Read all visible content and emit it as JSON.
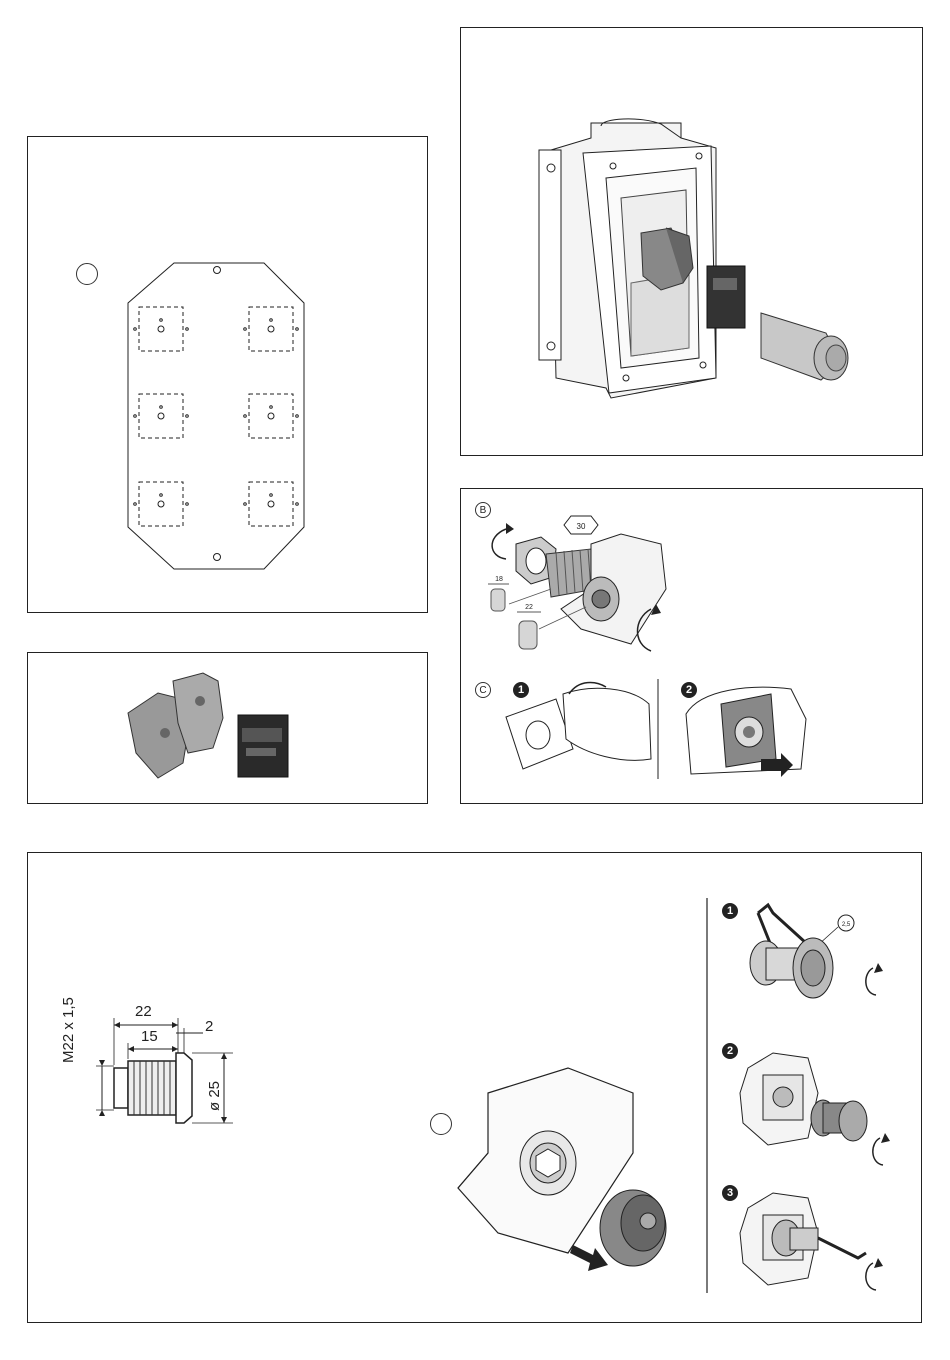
{
  "panel_b": {
    "label": "B",
    "spanner_size": "30",
    "dim_a": "18",
    "dim_b": "22"
  },
  "panel_c": {
    "label": "C",
    "steps": [
      "1",
      "2"
    ]
  },
  "dimensions": {
    "thread": "M22 x 1,5",
    "length_22": "22",
    "length_15": "15",
    "flange_2": "2",
    "diameter": "ø 25"
  },
  "right_steps": {
    "steps": [
      "1",
      "2",
      "3"
    ],
    "hex_key_size": "2,5"
  },
  "colors": {
    "line": "#222222",
    "grey_light": "#d0d0d0",
    "grey_mid": "#999999",
    "grey_dark": "#555555"
  }
}
